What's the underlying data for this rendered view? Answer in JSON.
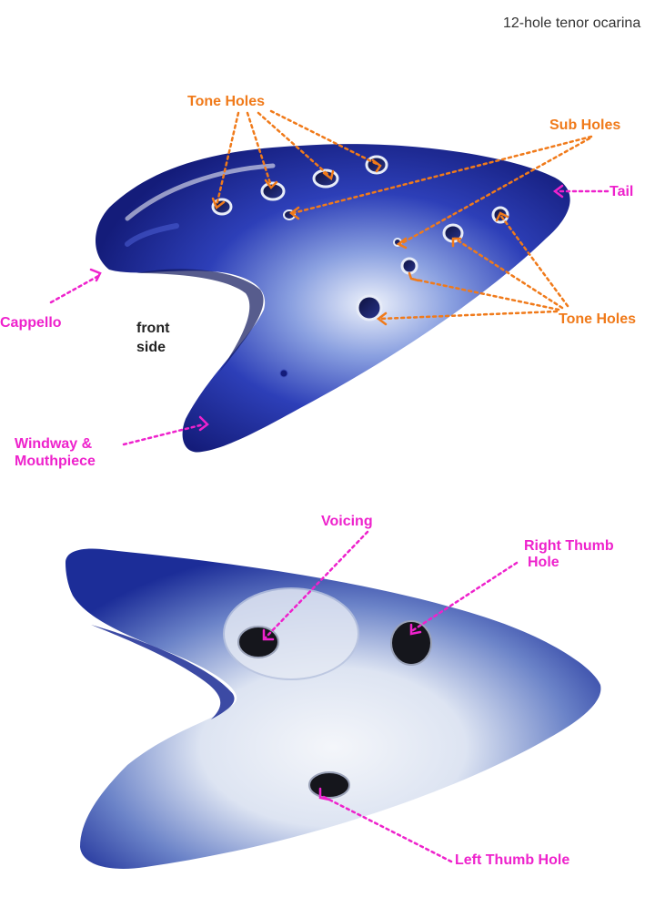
{
  "title": "12-hole tenor ocarina",
  "front_side": {
    "line1": "front",
    "line2": "side"
  },
  "labels": {
    "tone_holes_top": "Tone Holes",
    "sub_holes": "Sub Holes",
    "tail": "Tail",
    "cappello": "Cappello",
    "tone_holes_right": "Tone Holes",
    "windway_line1": "Windway &",
    "windway_line2": "Mouthpiece",
    "voicing": "Voicing",
    "right_thumb_line1": "Right Thumb",
    "right_thumb_line2": "Hole",
    "left_thumb": "Left Thumb Hole"
  },
  "colors": {
    "orange": "#f07a1a",
    "magenta": "#ee22cc",
    "ocarina_blue": "#1e2a9a",
    "background": "#ffffff"
  }
}
